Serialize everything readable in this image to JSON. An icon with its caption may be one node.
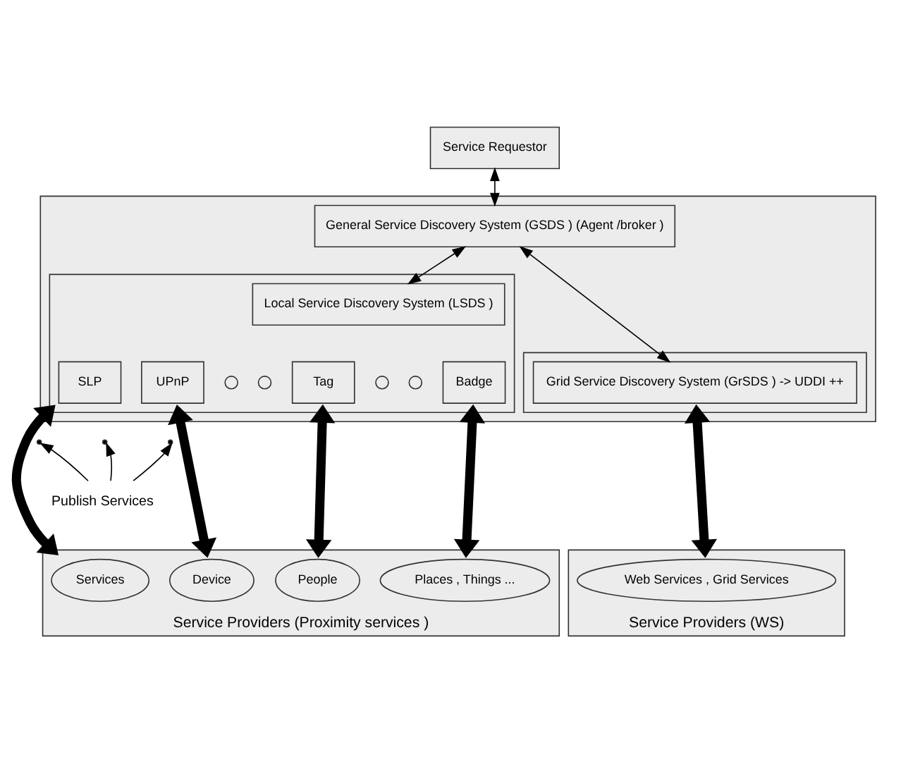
{
  "diagram": {
    "nodes": [
      {
        "text": [
          "Service Requestor"
        ]
      },
      {
        "text": [],
        "shape": "box"
      },
      {
        "text": [
          "General Service Discovery System (GSDS ) (Agent /broker )"
        ],
        "in": 1
      },
      {
        "text": [],
        "shape": "box",
        "in": 1
      },
      {
        "text": [
          "Local Service Discovery System (LSDS )"
        ],
        "in": 3
      },
      {
        "text": [
          "SLP"
        ],
        "in": 3
      },
      {
        "text": [
          "UPnP"
        ],
        "in": 3
      },
      {
        "text": [],
        "shape": "circle",
        "in": 3
      },
      {
        "text": [],
        "shape": "circle",
        "in": 3
      },
      {
        "text": [
          "Tag"
        ],
        "in": 3
      },
      {
        "text": [],
        "shape": "circle",
        "in": 3
      },
      {
        "text": [],
        "shape": "circle",
        "in": 3
      },
      {
        "text": [
          "Badge"
        ],
        "in": 3
      },
      {
        "text": [],
        "shape": "box",
        "in": 1
      },
      {
        "text": [
          "Grid Service Discovery System (GrSDS ) -> UDDI ++"
        ],
        "in": 13
      },
      {
        "text": [
          "Service Providers (Proximity services )"
        ]
      },
      {
        "text": [
          "Services"
        ],
        "in": 15
      },
      {
        "text": [
          "Device"
        ],
        "in": 15
      },
      {
        "text": [
          "People"
        ],
        "in": 15
      },
      {
        "text": [
          "Places , Things ..."
        ],
        "in": 15
      },
      {
        "text": [
          "Service Providers (WS)"
        ]
      },
      {
        "text": [
          "Web Services , Grid Services"
        ],
        "in": 20
      },
      {
        "text": [
          "Publish Services"
        ]
      }
    ],
    "edges": [
      {
        "from": 0,
        "to": 2,
        "arrow": "both"
      },
      {
        "from": 2,
        "to": 4,
        "arrow": "both"
      },
      {
        "from": 2,
        "to": 14,
        "arrow": "both"
      },
      {
        "from": 3,
        "to": 15,
        "arrow": "both",
        "style": "thick"
      },
      {
        "from": 3,
        "to": 15,
        "arrow": "both",
        "style": "thick"
      },
      {
        "from": 3,
        "to": 15,
        "arrow": "both",
        "style": "thick"
      },
      {
        "from": 3,
        "to": 15,
        "arrow": "both",
        "style": "thick"
      },
      {
        "from": 13,
        "to": 20,
        "arrow": "both",
        "style": "thick"
      },
      {
        "from": 22,
        "to": null,
        "arrow": "to"
      },
      {
        "from": 22,
        "to": null,
        "arrow": "to"
      },
      {
        "from": 22,
        "to": null,
        "arrow": "to"
      }
    ]
  }
}
